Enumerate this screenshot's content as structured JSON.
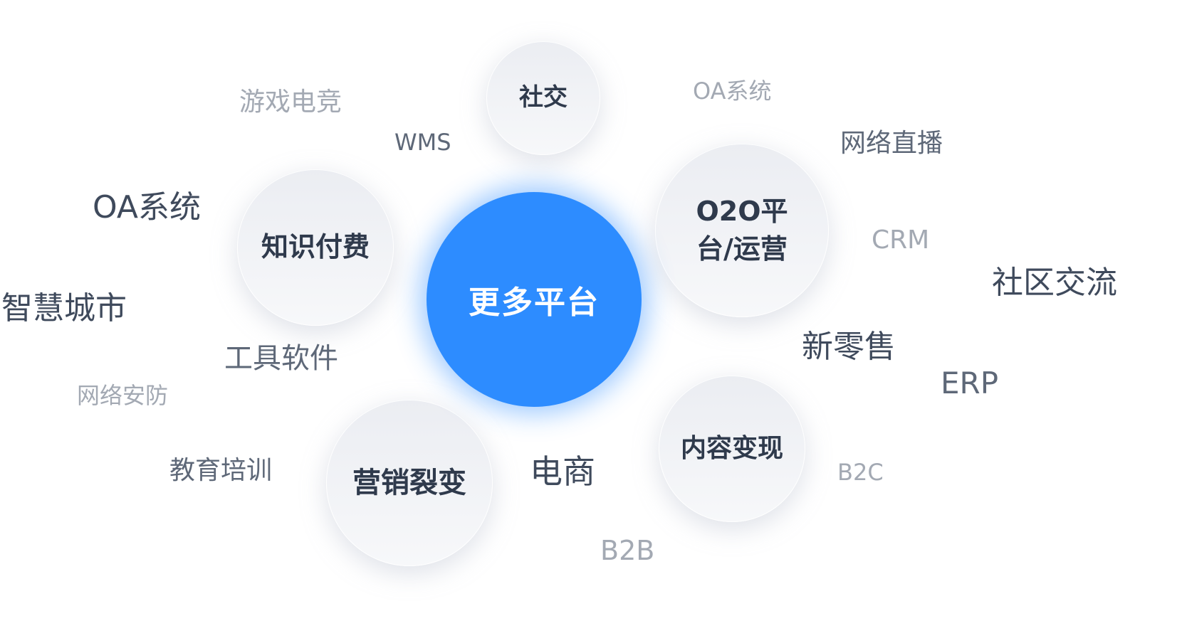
{
  "center": {
    "label": "更多平台",
    "color": "#2d8cff"
  },
  "bubbles": {
    "social": "社交",
    "knowledge": "知识付费",
    "o2o_line1": "O2O平",
    "o2o_line2": "台/运营",
    "content": "内容变现",
    "marketing": "营销裂变"
  },
  "keywords": {
    "game": "游戏电竞",
    "wms": "WMS",
    "oa_light": "OA系统",
    "live": "网络直播",
    "oa_dark": "OA系统",
    "crm": "CRM",
    "community": "社区交流",
    "smart_city": "智慧城市",
    "tools": "工具软件",
    "new_retail": "新零售",
    "erp": "ERP",
    "security": "网络安防",
    "education": "教育培训",
    "ecommerce": "电商",
    "b2c": "B2C",
    "b2b": "B2B"
  }
}
